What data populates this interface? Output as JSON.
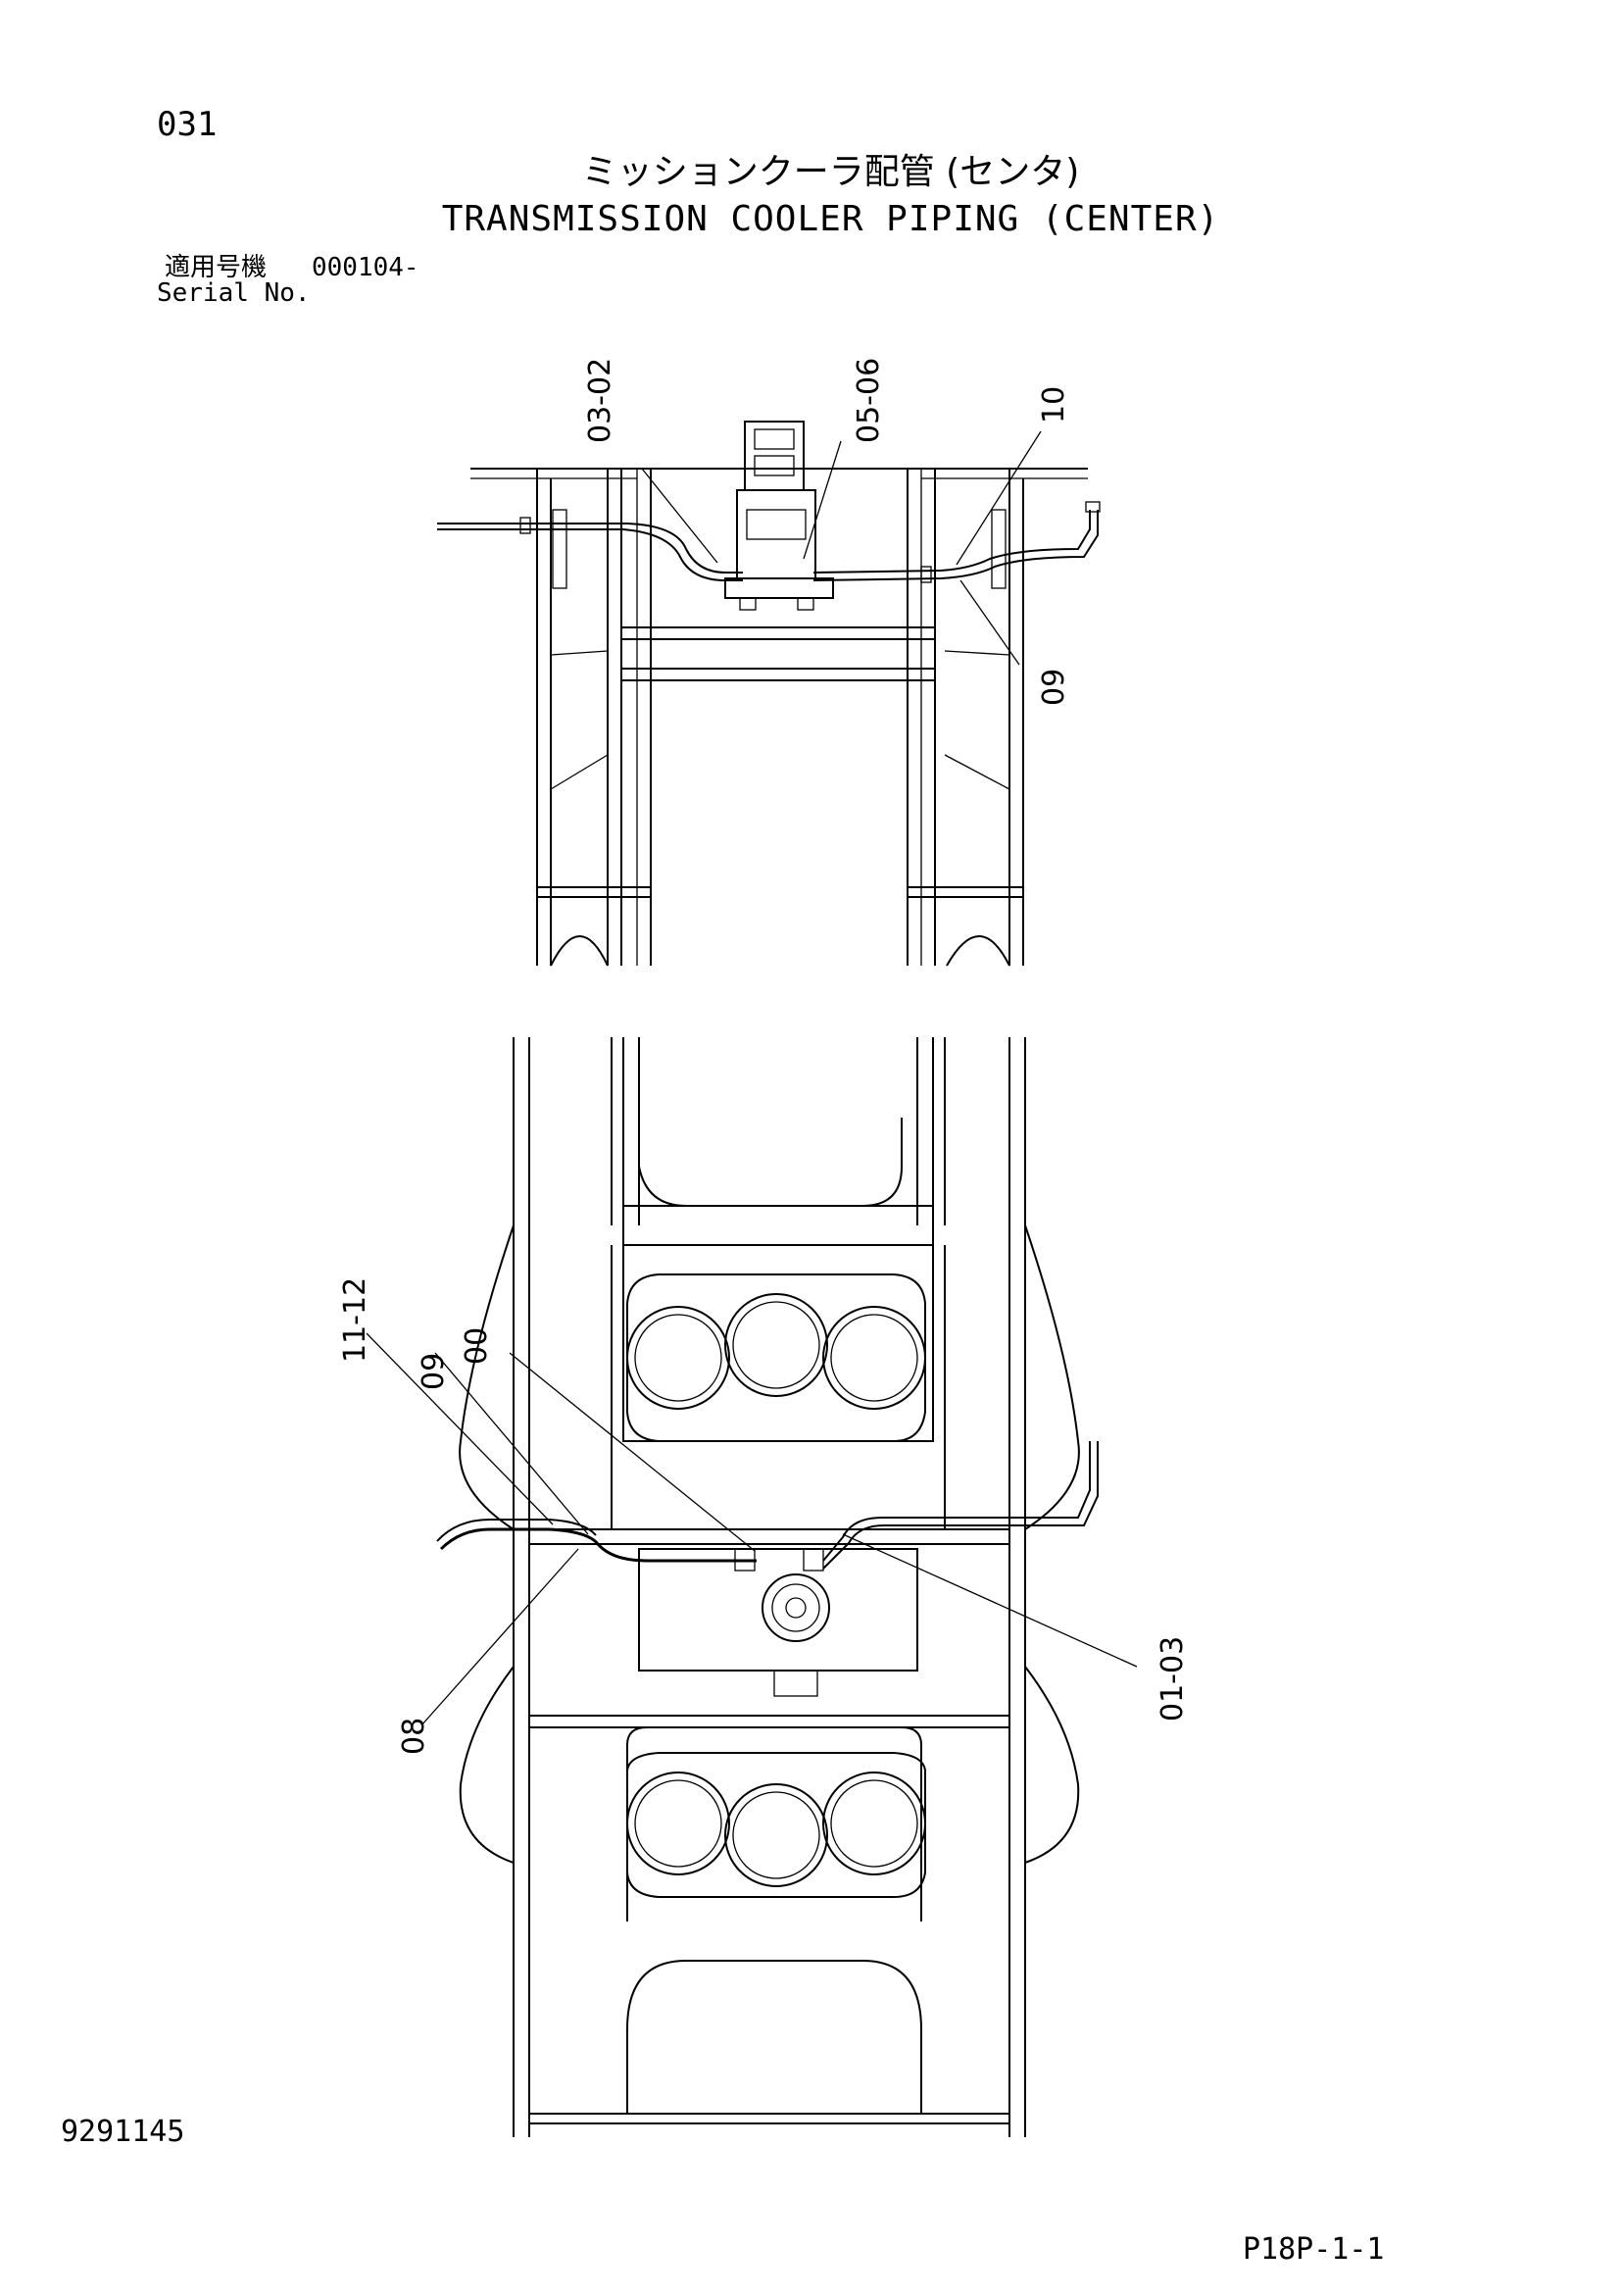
{
  "header": {
    "page_number": "031",
    "title_jp": "ミッションクーラ配管 (センタ)",
    "title_en": "TRANSMISSION COOLER PIPING (CENTER)",
    "serial_label_jp": "適用号機",
    "serial_value": "000104-",
    "serial_label_en": "Serial No."
  },
  "footer": {
    "drawing_number": "9291145",
    "reference_code": "P18P-1-1"
  },
  "top_view": {
    "callouts": [
      "03-02",
      "05-06",
      "10",
      "09"
    ]
  },
  "bottom_view": {
    "callouts": [
      "11-12",
      "09",
      "00",
      "08",
      "01-03"
    ]
  }
}
